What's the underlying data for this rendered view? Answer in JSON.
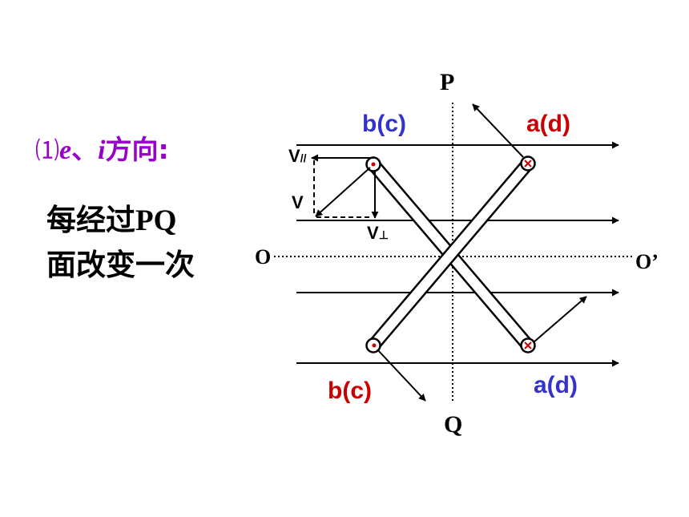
{
  "heading": {
    "num": "⑴",
    "e": "e",
    "sep": "、",
    "i": "i",
    "rest": "方向:"
  },
  "rule": {
    "line1_zh": "每经过",
    "line1_lat": "PQ",
    "line2": "面改变一次"
  },
  "diagram": {
    "plane_top": "P",
    "plane_bottom": "Q",
    "axis_left": "O",
    "axis_right": "O’",
    "top_left_label": "b(c)",
    "top_right_label": "a(d)",
    "bottom_left_label": "b(c)",
    "bottom_right_label": "a(d)",
    "v_parallel": "V",
    "v_parallel_sub": "//",
    "v_total": "V",
    "v_perp": "V",
    "v_perp_sub": "⊥",
    "colors": {
      "blue": "#3333cc",
      "red": "#cc0000",
      "purple": "#9900cc"
    }
  }
}
